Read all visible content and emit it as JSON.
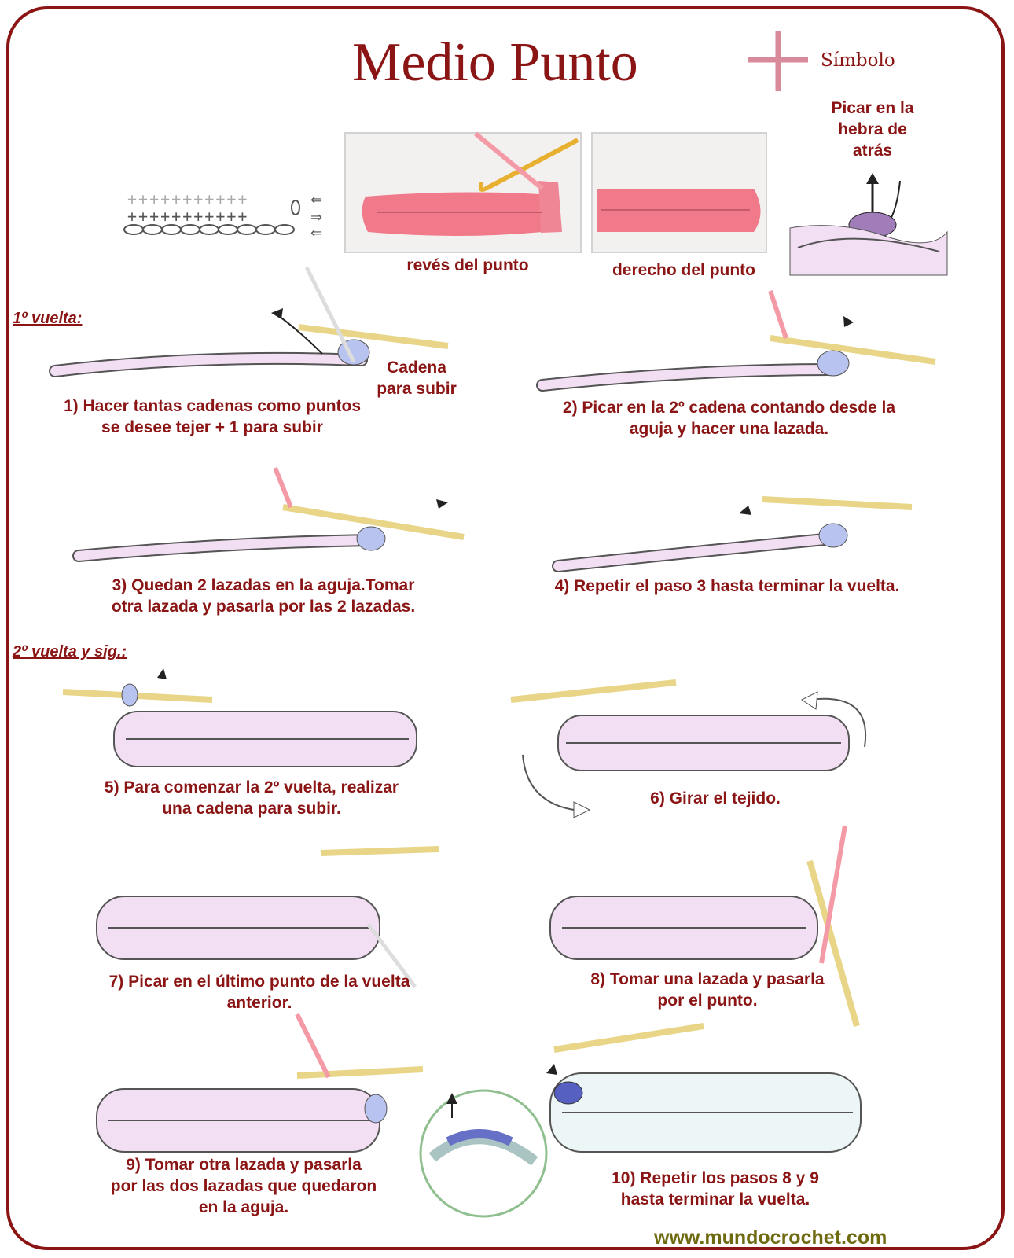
{
  "title": "Medio Punto",
  "symbol_label": "Símbolo",
  "back_loop_label": "Picar en la\nhebra de\natrás",
  "photos": {
    "wrong_side": "revés del punto",
    "right_side": "derecho del punto"
  },
  "sections": {
    "first_row": "1º vuelta:",
    "second_row": "2º vuelta y sig.:"
  },
  "chain_up_label": "Cadena\npara subir",
  "steps": [
    "1) Hacer tantas cadenas como puntos\nse desee tejer + 1 para subir",
    "2) Picar en la 2º cadena contando desde la\naguja y hacer una lazada.",
    "3) Quedan 2 lazadas en la aguja.Tomar\notra lazada y pasarla por las 2 lazadas.",
    "4) Repetir el paso 3 hasta terminar la vuelta.",
    "5) Para comenzar la 2º vuelta, realizar\nuna cadena para subir.",
    "6) Girar el tejido.",
    "7) Picar en el último punto de la vuelta\nanterior.",
    "8) Tomar una lazada y pasarla\npor el punto.",
    "9) Tomar otra lazada y pasarla\npor las dos lazadas que quedaron\nen la aguja.",
    "10) Repetir los pasos 8 y 9\nhasta terminar la vuelta."
  ],
  "website": "www.mundocrochet.com",
  "colors": {
    "accent": "#8b1515",
    "yarn": "#e8b8e8",
    "symbol": "#d88a9a",
    "url": "#6e6a10"
  }
}
